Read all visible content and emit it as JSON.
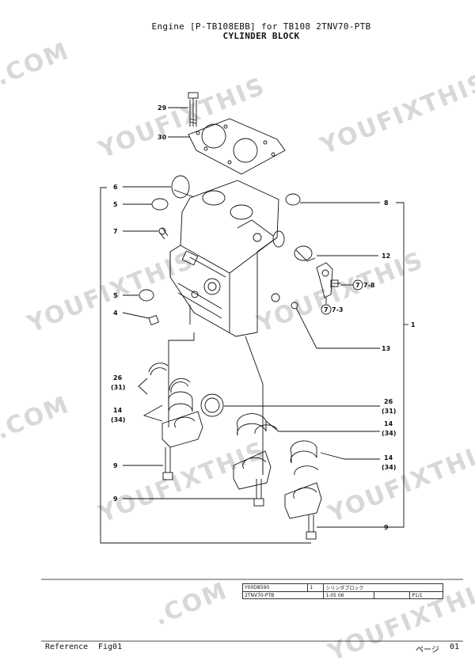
{
  "header": {
    "line1": "Engine [P-TB108EBB] for TB108  2TNV70-PTB",
    "line2": "CYLINDER BLOCK"
  },
  "watermark": {
    "text": "YOUFIXTHIS",
    "text_com": ".COM"
  },
  "callouts": {
    "c29": "29",
    "c30": "30",
    "c6": "6",
    "c5a": "5",
    "c7": "7",
    "c5b": "5",
    "c4": "4",
    "c8": "8",
    "c12": "12",
    "c78": "7-8",
    "c73": "7-3",
    "c1": "1",
    "c13": "13",
    "c26a": "26",
    "c31a": "(31)",
    "c14a": "14",
    "c34a": "(34)",
    "c26b": "26",
    "c31b": "(31)",
    "c14b": "14",
    "c34b": "(34)",
    "c14c": "14",
    "c34c": "(34)",
    "c9a": "9",
    "c9b": "9",
    "c9c": "9",
    "circ7a": "7",
    "circ7b": "7"
  },
  "title_block": {
    "part_no": "Y00D8590",
    "seq": "1",
    "name_jp": "シリンダブロック",
    "model": "2TNV70-PTB",
    "date": "1-05 06",
    "page": "P1/1"
  },
  "footer": {
    "reference": "Reference",
    "fig": "Fig01",
    "page_label": "ページ",
    "page_no": "01"
  }
}
